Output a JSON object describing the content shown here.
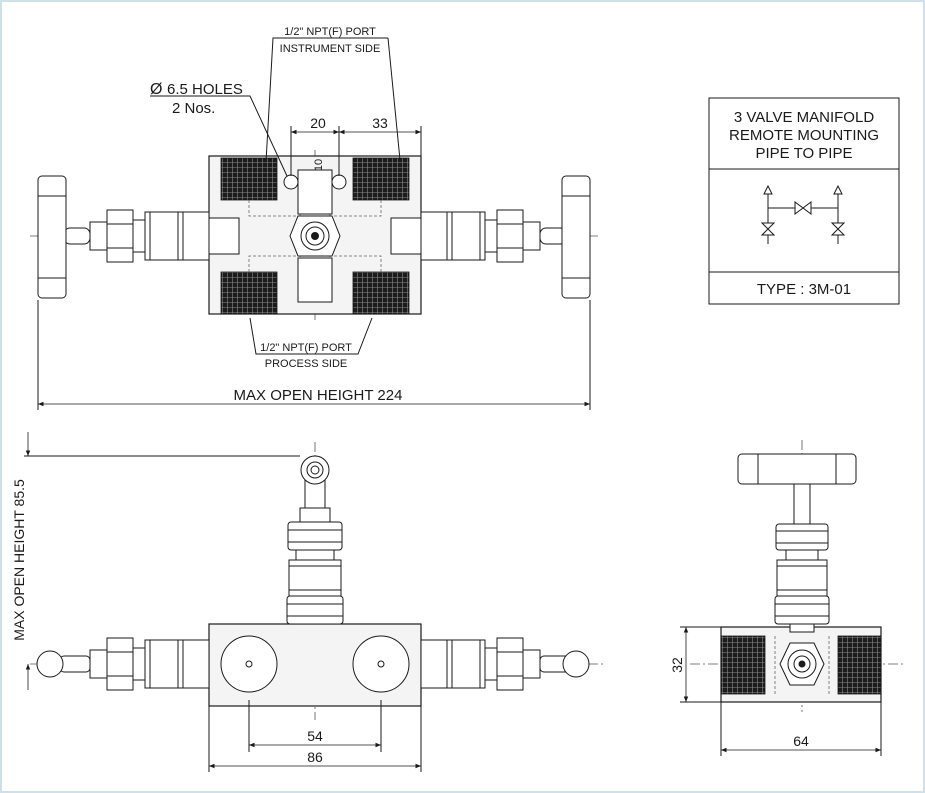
{
  "top_view": {
    "port_instrument_line1": "1/2\" NPT(F) PORT",
    "port_instrument_line2": "INSTRUMENT SIDE",
    "holes_line1": "6.5 HOLES",
    "holes_symbol": "Ø",
    "holes_line2": "2 Nos.",
    "dim_hole_spacing": "20",
    "dim_port_offset": "33",
    "dim_small": "10",
    "port_process_line1": "1/2\" NPT(F) PORT",
    "port_process_line2": "PROCESS SIDE",
    "max_open_width": "MAX OPEN HEIGHT 224"
  },
  "title_block": {
    "line1": "3 VALVE MANIFOLD",
    "line2": "REMOTE MOUNTING",
    "line3": "PIPE TO PIPE",
    "type_label": "TYPE : 3M-01"
  },
  "front_view": {
    "max_open_height": "MAX OPEN HEIGHT 85.5",
    "dim_port_spacing": "54",
    "dim_body_width": "86"
  },
  "side_view": {
    "dim_height": "32",
    "dim_width": "64"
  }
}
